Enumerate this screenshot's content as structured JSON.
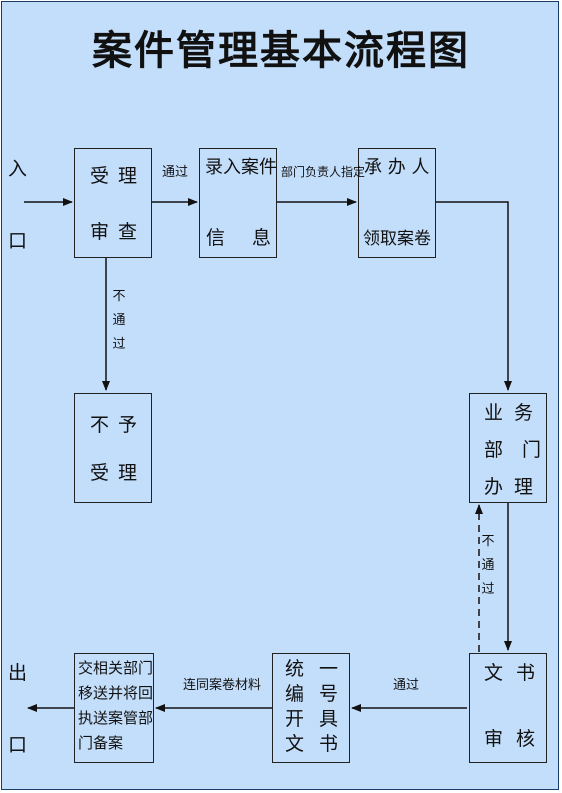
{
  "title": "案件管理基本流程图",
  "entry": [
    "入",
    "口"
  ],
  "exit": [
    "出",
    "口"
  ],
  "nodes": {
    "accept_review": {
      "line1": [
        "受",
        "理"
      ],
      "line2": [
        "审",
        "查"
      ]
    },
    "enter_info": {
      "line1": "录入案件",
      "line2": [
        "信",
        "息"
      ]
    },
    "handler": {
      "line1": "承 办 人",
      "line2": "领取案卷"
    },
    "reject": {
      "line1": [
        "不",
        "予"
      ],
      "line2": [
        "受",
        "理"
      ]
    },
    "dept": {
      "line1": [
        "业",
        "务"
      ],
      "line2": "部　门",
      "line3": [
        "办",
        "理"
      ]
    },
    "doc_review": {
      "line1": [
        "文",
        "书"
      ],
      "line2": [
        "审",
        "核"
      ]
    },
    "number_issue": {
      "col1": [
        "统",
        "编",
        "开",
        "文"
      ],
      "col2": [
        "一",
        "号",
        "具",
        "书"
      ]
    },
    "transfer": {
      "lines": [
        "交相关部门",
        "移送并将回",
        "执送案管部",
        "门备案"
      ]
    }
  },
  "edges": {
    "pass1": "通过",
    "assign": "部门负责人指定",
    "not_pass1": [
      "不",
      "通",
      "过"
    ],
    "not_pass2": [
      "不",
      "通",
      "过"
    ],
    "pass2": "通过",
    "with_materials": "连同案卷材料"
  }
}
